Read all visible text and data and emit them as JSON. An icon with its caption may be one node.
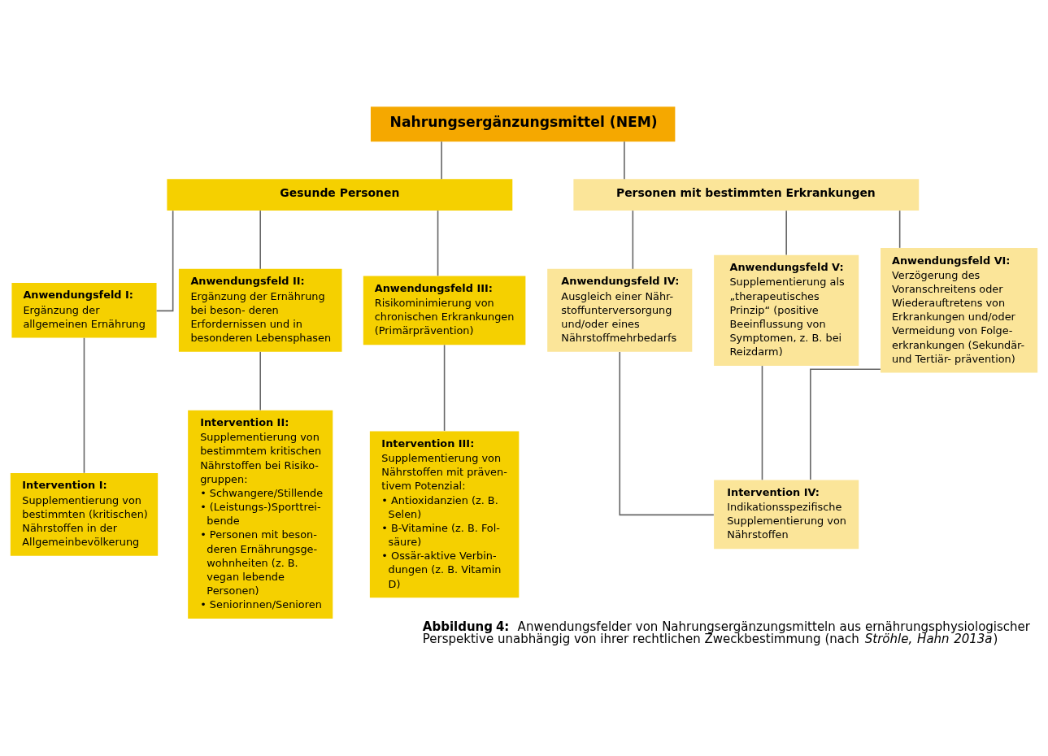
{
  "diagram": {
    "caption": "**Abbildung 4:** Anwendungsfelder von Nahrungsergänzungsmitteln aus ernährungsphysiologischer Perspektive unabhängig von ihrer rechtlichen Zweckbestimmung (nach *Ströhle, Hahn 2013a*)",
    "nodes": [
      {
        "text": [
          "Nahrungsergänzungsmittel (NEM)"
        ]
      },
      {
        "text": [
          "Gesunde Personen"
        ]
      },
      {
        "text": [
          "Personen mit bestimmten Erkrankungen"
        ]
      },
      {
        "text": [
          "Anwendungsfeld I:",
          "Ergänzung der allgemeinen Ernährung"
        ]
      },
      {
        "text": [
          "Anwendungsfeld II:",
          "Ergänzung der Ernährung bei beson- deren Erfordernissen und in besonderen Lebensphasen"
        ]
      },
      {
        "text": [
          "Anwendungsfeld III:",
          "Risikominimierung von chronischen Erkrankungen (Primärprävention)"
        ]
      },
      {
        "text": [
          "Anwendungsfeld IV:",
          "Ausgleich einer Nähr- stoffunterversorgung und/oder eines Nährstoffmehrbedarfs"
        ]
      },
      {
        "text": [
          "Anwendungsfeld V:",
          "Supplementierung als „therapeutisches Prinzip“ (positive Beeinflussung von Symptomen, z. B. bei Reizdarm)"
        ]
      },
      {
        "text": [
          "Anwendungsfeld VI:",
          "Verzögerung des Voranschreitens oder Wiederauftretens von Erkrankungen und/oder Vermeidung von Folge- erkrankungen (Sekundär- und Tertiär- prävention)"
        ]
      },
      {
        "text": [
          "Intervention I:",
          "Supplementierung von bestimmten (kritischen) Nährstoffen in der Allgemeinbevölkerung"
        ]
      },
      {
        "text": [
          "Intervention II:",
          "Supplementierung von bestimmtem kritischen Nährstoffen bei Risiko- gruppen: • Schwangere/Stillende • (Leistungs-)Sporttrei- bende • Personen mit beson- deren Ernährungsge- wohnheiten (z. B. vegan lebende Personen) • Seniorinnen/Senioren"
        ]
      },
      {
        "text": [
          "Intervention III:",
          "Supplementierung von Nährstoffen mit präven- tivem Potenzial: • Antioxidanzien (z. B. Selen) • B-Vitamine (z. B. Fol- säure) • Ossär-aktive Verbin- dungen (z. B. Vitamin D)"
        ]
      },
      {
        "text": [
          "Intervention IV:",
          "Indikationsspezifische Supplementierung von Nährstoffen"
        ]
      }
    ],
    "edges": [
      {
        "from": 0,
        "to": 1,
        "arrow": "none"
      },
      {
        "from": 0,
        "to": 2,
        "arrow": "none"
      },
      {
        "from": 1,
        "to": 3,
        "arrow": "none"
      },
      {
        "from": 1,
        "to": 4,
        "arrow": "none"
      },
      {
        "from": 1,
        "to": 5,
        "arrow": "none"
      },
      {
        "from": 2,
        "to": 6,
        "arrow": "none"
      },
      {
        "from": 2,
        "to": 7,
        "arrow": "none"
      },
      {
        "from": 2,
        "to": 8,
        "arrow": "none"
      },
      {
        "from": 3,
        "to": 9,
        "arrow": "none"
      },
      {
        "from": 4,
        "to": 10,
        "arrow": "none"
      },
      {
        "from": 5,
        "to": 11,
        "arrow": "none"
      },
      {
        "from": 6,
        "to": 12,
        "arrow": "none"
      },
      {
        "from": 7,
        "to": 12,
        "arrow": "none"
      },
      {
        "from": 8,
        "to": 12,
        "arrow": "none"
      }
    ]
  }
}
